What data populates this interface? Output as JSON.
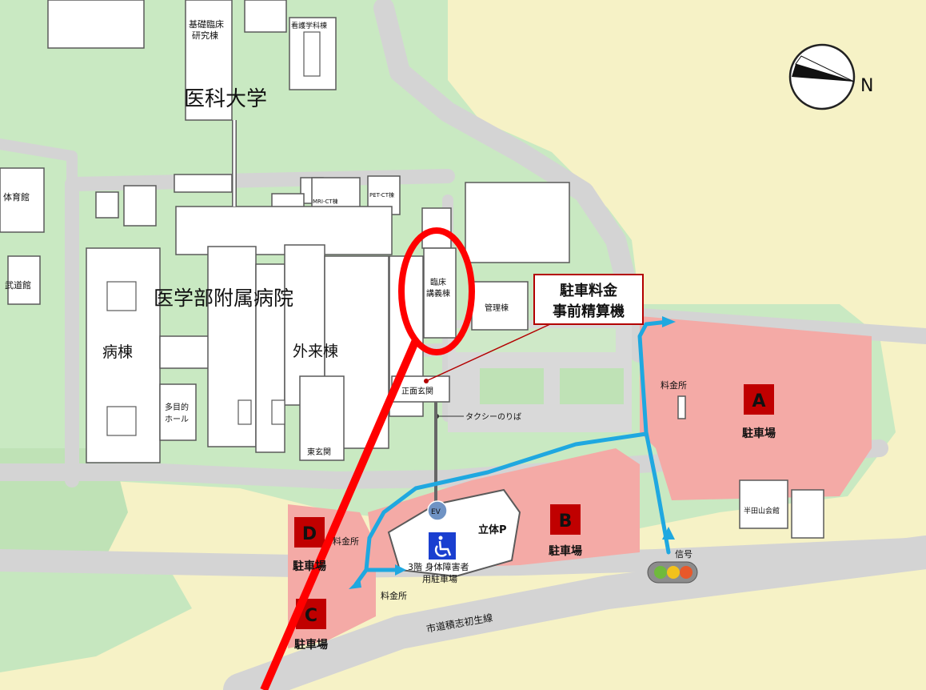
{
  "map": {
    "areas": {
      "medical_university": "医科大学",
      "hospital": "医学部附属病院"
    },
    "buildings": {
      "basic_clinical_research": [
        "基礎臨床",
        "研究棟"
      ],
      "nursing": "看護学科棟",
      "gym": "体育館",
      "budokan": "武道館",
      "mri_ct": "MRI-CT棟",
      "pet_ct": "PET-CT棟",
      "ward": "病棟",
      "outpatient": "外来棟",
      "clinical_lecture": [
        "臨床",
        "講義棟"
      ],
      "administration": "管理棟",
      "multipurpose_hall": [
        "多目的",
        "ホール"
      ],
      "east_entrance": "東玄関",
      "main_entrance": "正面玄関",
      "handayama_hall": "半田山会館"
    },
    "parking": {
      "A": {
        "letter": "A",
        "label": "駐車場"
      },
      "B": {
        "letter": "B",
        "label": "駐車場"
      },
      "C": {
        "letter": "C",
        "label": "駐車場"
      },
      "D": {
        "letter": "D",
        "label": "駐車場"
      }
    },
    "multistory": {
      "name": "立体P",
      "ev": "EV",
      "accessible": [
        "3階 身体障害者",
        "用駐車場"
      ]
    },
    "labels": {
      "toll_booth": "料金所",
      "taxi_stand": "タクシーのりば",
      "signal": "信号",
      "road": "市道積志初生線",
      "north": "N"
    },
    "callout": [
      "駐車料金",
      "事前精算機"
    ],
    "colors": {
      "parking_fill": "#f4aaa6",
      "parking_badge": "#c00000",
      "route_arrow": "#1fa8e0",
      "highlight": "#ff0000",
      "greenery": "#c9e9c2",
      "road": "#d4d4d4"
    }
  }
}
